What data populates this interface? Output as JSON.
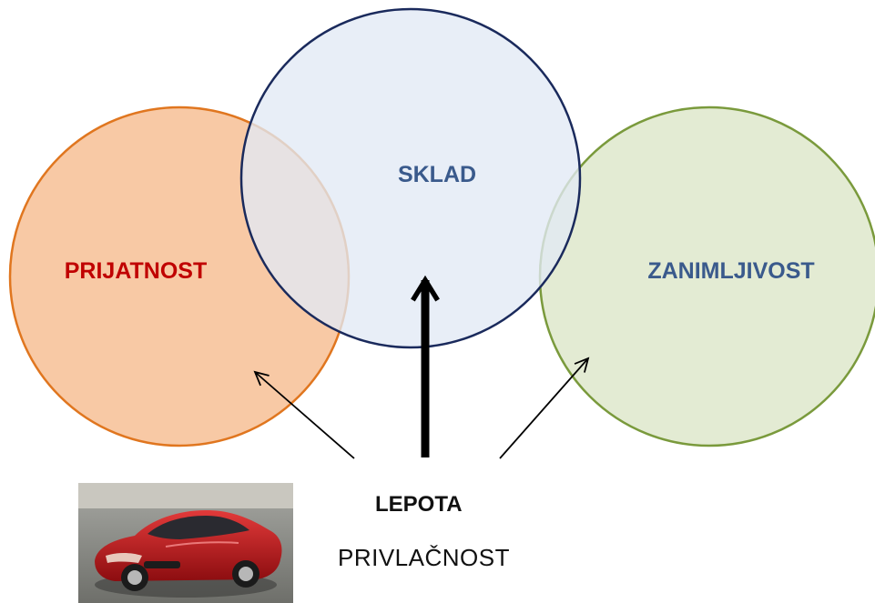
{
  "circles": {
    "left": {
      "label": "PRIJATNOST",
      "fill": "#f8c9a5",
      "stroke": "#e0761f",
      "label_color": "#c00000"
    },
    "center": {
      "label": "SKLAD",
      "fill": "#e8edf7",
      "stroke": "#1a2a5c",
      "label_color": "#3a5a8c"
    },
    "right": {
      "label": "ZANIMLJIVOST",
      "fill": "#e3ebd3",
      "stroke": "#7a9a3c",
      "label_color": "#3a5a8c"
    }
  },
  "bottom": {
    "title": "LEPOTA",
    "subtitle": "PRIVLAČNOST"
  },
  "image": {
    "subject": "red sports car"
  }
}
